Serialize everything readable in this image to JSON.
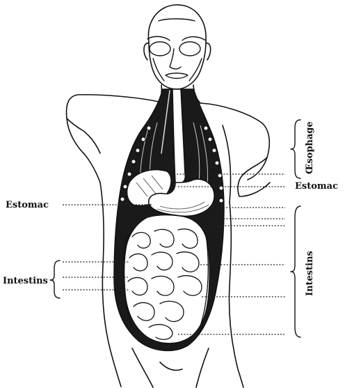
{
  "labels": {
    "left_stomach": "Estomac",
    "left_intestines": "Intestins",
    "right_esophagus": "Œsophage",
    "right_stomach": "Estomac",
    "right_intestines": "Intestins"
  },
  "colors": {
    "ink": "#111111",
    "paper": "#ffffff",
    "shade": "#1a1a1a"
  }
}
